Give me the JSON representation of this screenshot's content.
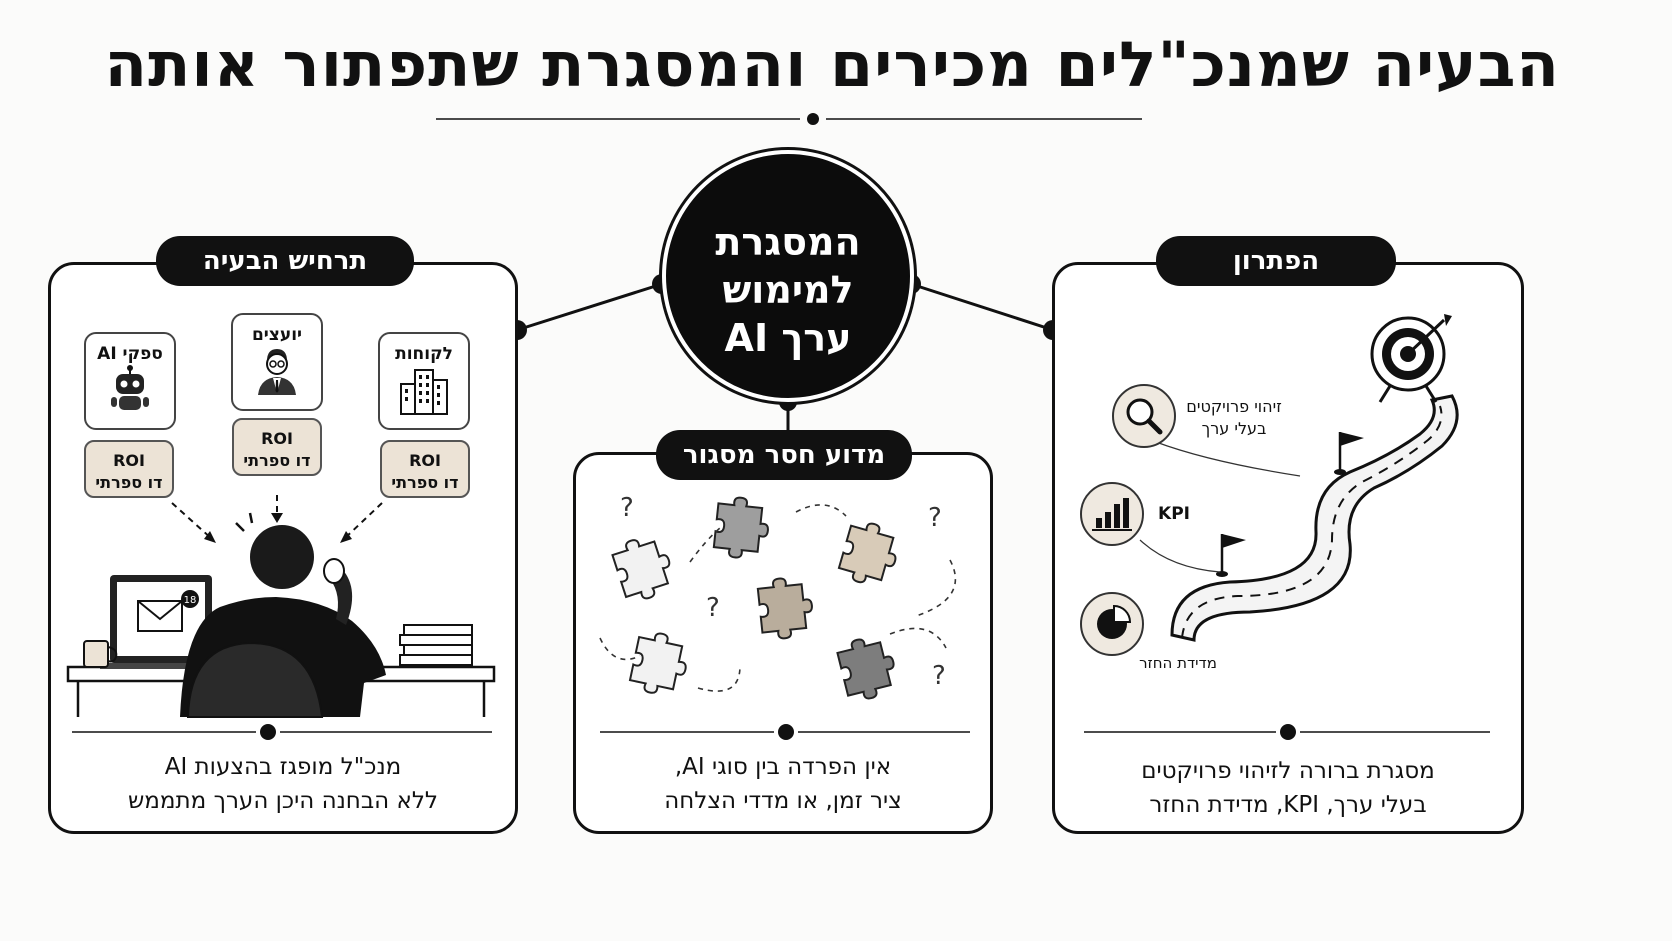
{
  "title": "הבעיה שמנכ\"לים מכירים והמסגרת שתפתור אותה",
  "center": {
    "line1": "המסגרת",
    "line2": "למימוש",
    "line3": "ערך AI"
  },
  "left_panel": {
    "title": "תרחיש הבעיה",
    "bubbles": [
      {
        "label": "ספקי AI",
        "icon": "robot-icon"
      },
      {
        "label": "יועצים",
        "icon": "consultant-icon"
      },
      {
        "label": "לקוחות",
        "icon": "building-icon"
      }
    ],
    "roi_badges": [
      {
        "line1": "ROI",
        "line2": "דו ספרתי"
      },
      {
        "line1": "ROI",
        "line2": "דו ספרתי"
      },
      {
        "line1": "ROI",
        "line2": "דו ספרתי"
      }
    ],
    "email_badge": "18",
    "caption_line1": "מנכ\"ל מופגז בהצעות AI",
    "caption_line2": "ללא הבחנה היכן הערך מתממש"
  },
  "middle_panel": {
    "title": "מדוע חסר מסגור",
    "question_mark": "?",
    "caption_line1": "אין הפרדה בין סוגי AI,",
    "caption_line2": "ציר זמן, או מדדי הצלחה"
  },
  "right_panel": {
    "title": "הפתרון",
    "labels": {
      "identify_line1": "זיהוי פרויקטים",
      "identify_line2": "בעלי ערך",
      "kpi": "KPI",
      "roi": "מדידת החזר"
    },
    "caption_line1": "מסגרת ברורה לזיהוי פרויקטים",
    "caption_line2": "בעלי ערך, KPI, מדידת החזר"
  },
  "colors": {
    "ink": "#111111",
    "roi_fill": "#ece3d6",
    "icon_fill": "#efe9e0"
  }
}
